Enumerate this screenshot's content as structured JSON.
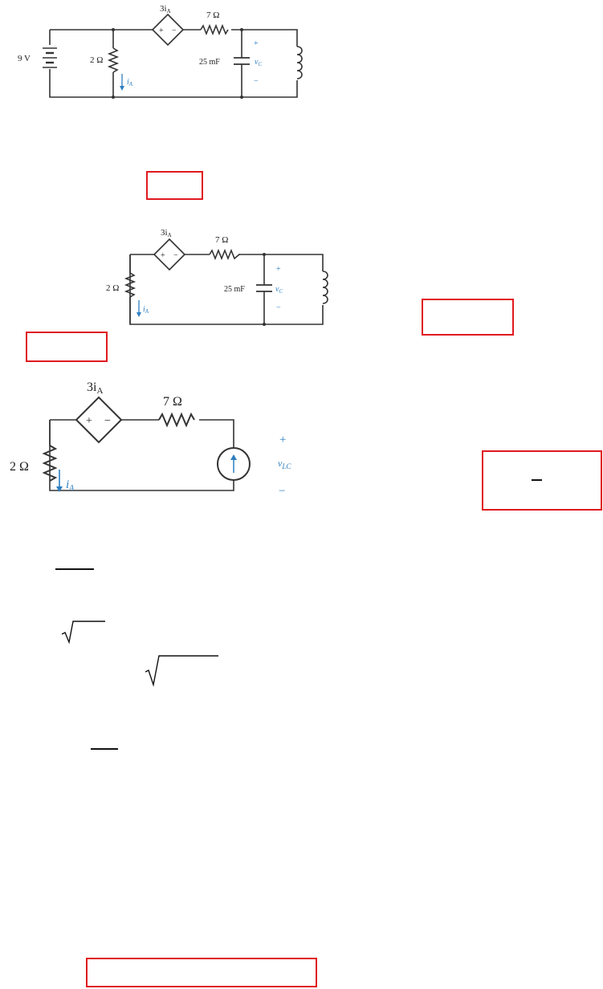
{
  "circuit1": {
    "dep_source_label": "3i",
    "dep_source_sub": "A",
    "resistor_series_label": "7 Ω",
    "battery_label": "9 V",
    "resistor_shunt_label": "2 Ω",
    "current_label": "i",
    "current_sub": "A",
    "capacitor_label": "25 mF",
    "voltage_label": "v",
    "voltage_sub": "C",
    "plus": "+",
    "minus": "−"
  },
  "circuit2": {
    "dep_source_label": "3i",
    "dep_source_sub": "A",
    "resistor_series_label": "7 Ω",
    "resistor_shunt_label": "2 Ω",
    "current_label": "i",
    "current_sub": "A",
    "capacitor_label": "25 mF",
    "voltage_label": "v",
    "voltage_sub": "C",
    "plus": "+",
    "minus": "−"
  },
  "circuit3": {
    "dep_source_label": "3i",
    "dep_source_sub": "A",
    "resistor_series_label": "7 Ω",
    "resistor_shunt_label": "2 Ω",
    "current_label": "i",
    "current_sub": "A",
    "voltage_label": "v",
    "voltage_sub": "LC",
    "plus": "+",
    "minus": "−"
  },
  "colors": {
    "answer_box": "#e0191f",
    "annotation_blue": "#2d7fc1",
    "wire": "#333333"
  }
}
